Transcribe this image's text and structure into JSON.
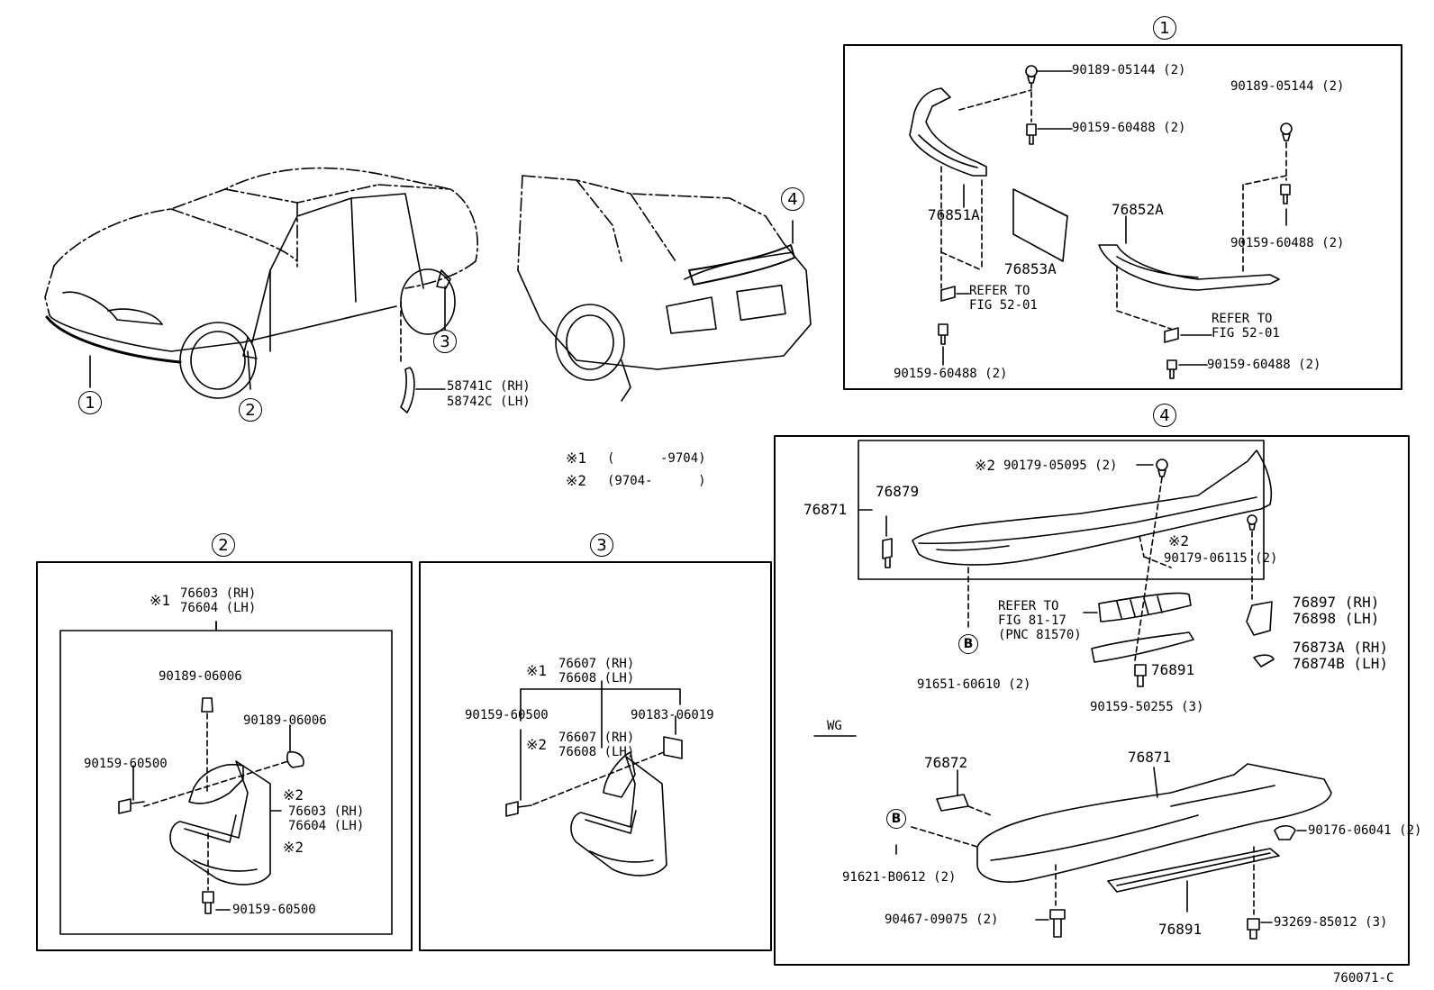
{
  "callouts": {
    "c1": "1",
    "c2": "2",
    "c3": "3",
    "c4": "4",
    "b": "B"
  },
  "notes": {
    "n1_mark": "※1",
    "n1_text": "(      -9704)",
    "n2_mark": "※2",
    "n2_text": "(9704-      )"
  },
  "car": {
    "fender_rh": "58741C (RH)",
    "fender_lh": "58742C (LH)"
  },
  "panel1": {
    "a": "90189-05144 (2)",
    "b": "90159-60488 (2)",
    "c": "90189-05144 (2)",
    "d": "76851A",
    "e": "76853A",
    "f": "76852A",
    "g": "90159-60488 (2)",
    "h": "REFER TO\nFIG 52-01",
    "i": "REFER TO\nFIG 52-01",
    "j": "90159-60488 (2)",
    "k": "90159-60488 (2)"
  },
  "panel2": {
    "mark1": "※1",
    "top": "76603 (RH)\n76604 (LH)",
    "a": "90189-06006",
    "b": "90189-06006",
    "c": "90159-60500",
    "mark2": "※2",
    "d": "76603 (RH)\n76604 (LH)",
    "mark3": "※2",
    "e": "90159-60500"
  },
  "panel3": {
    "mark1": "※1",
    "top": "76607 (RH)\n76608 (LH)",
    "a": "90159-60500",
    "b": "90183-06019",
    "mark2": "※2",
    "c": "76607 (RH)\n76608 (LH)"
  },
  "panel4": {
    "mark1": "※2",
    "a": "90179-05095 (2)",
    "b": "76879",
    "c": "76871",
    "mark2": "※2",
    "d": "90179-06115 (2)",
    "e": "REFER TO\nFIG 81-17\n(PNC 81570)",
    "f": "76897 (RH)\n76898 (LH)",
    "g": "76873A (RH)\n76874B (LH)",
    "h": "76891",
    "i": "91651-60610 (2)",
    "j": "90159-50255 (3)",
    "wg": "WG",
    "k": "76872",
    "l": "76871",
    "m": "90176-06041 (2)",
    "n": "91621-B0612 (2)",
    "o": "90467-09075 (2)",
    "p": "76891",
    "q": "93269-85012 (3)"
  },
  "figure_code": "760071-C"
}
